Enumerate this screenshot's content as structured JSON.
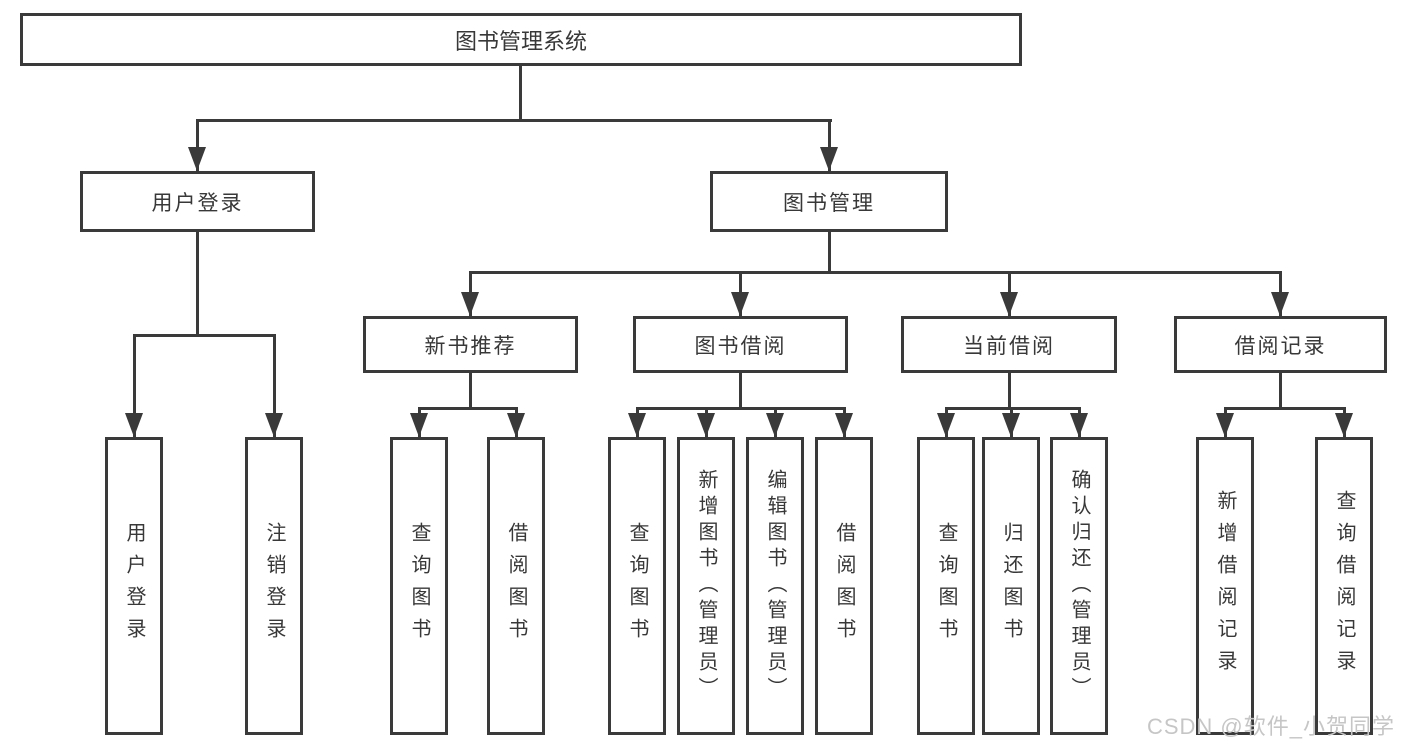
{
  "title": "图书管理系统",
  "watermark": "CSDN @软件_小贺同学",
  "colors": {
    "line": "#3a3a3a",
    "text": "#383838",
    "watermark": "#c6c6c6",
    "background": "#ffffff"
  },
  "diagram": {
    "type": "tree",
    "root": {
      "label": "图书管理系统",
      "children": [
        {
          "label": "用户登录",
          "children": [
            {
              "label": "用户登录"
            },
            {
              "label": "注销登录"
            }
          ]
        },
        {
          "label": "图书管理",
          "children": [
            {
              "label": "新书推荐",
              "children": [
                {
                  "label": "查询图书"
                },
                {
                  "label": "借阅图书"
                }
              ]
            },
            {
              "label": "图书借阅",
              "children": [
                {
                  "label": "查询图书"
                },
                {
                  "label": "新增图书（管理员）"
                },
                {
                  "label": "编辑图书（管理员）"
                },
                {
                  "label": "借阅图书"
                }
              ]
            },
            {
              "label": "当前借阅",
              "children": [
                {
                  "label": "查询图书"
                },
                {
                  "label": "归还图书"
                },
                {
                  "label": "确认归还（管理员）"
                }
              ]
            },
            {
              "label": "借阅记录",
              "children": [
                {
                  "label": "新增借阅记录"
                },
                {
                  "label": "查询借阅记录"
                }
              ]
            }
          ]
        }
      ]
    }
  }
}
